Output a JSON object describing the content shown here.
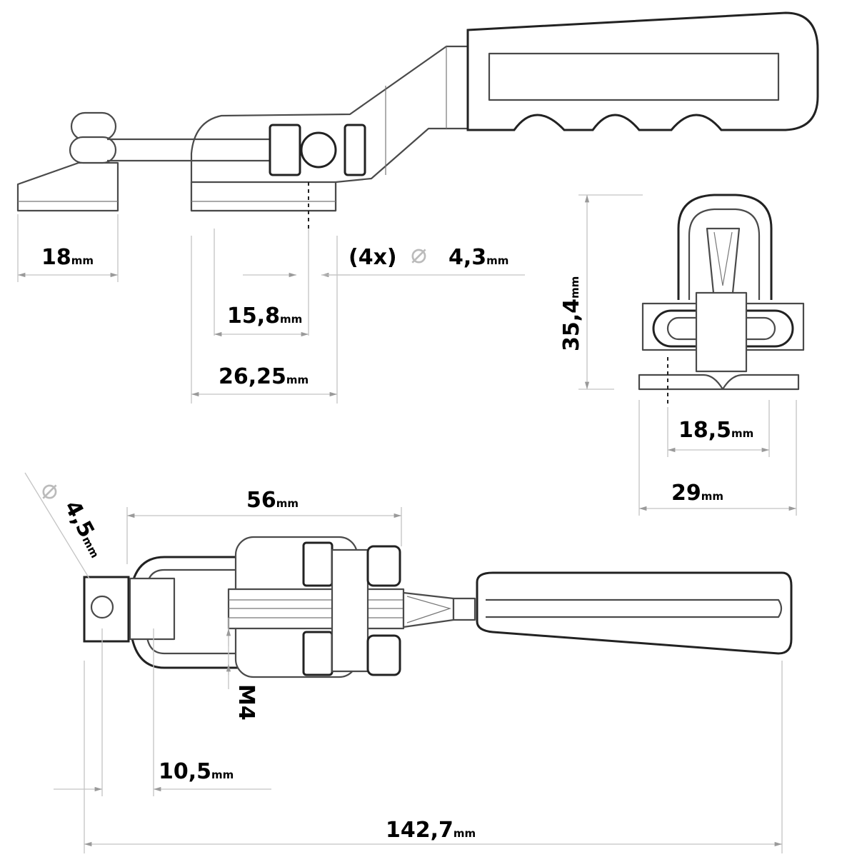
{
  "unit": "mm",
  "side_view": {
    "base_width": "18",
    "hole_count": "(4x)",
    "hole_symbol": "⌀",
    "hole_diameter": "4,3",
    "hole_spacing": "15,8",
    "base_plate_width": "26,25"
  },
  "end_view": {
    "height": "35,4",
    "hole_spacing": "18,5",
    "base_width": "29"
  },
  "top_view": {
    "hook_length": "56",
    "pin_symbol": "⌀",
    "pin_diameter": "4,5",
    "thread": "M4",
    "offset": "10,5",
    "overall_length": "142,7"
  }
}
